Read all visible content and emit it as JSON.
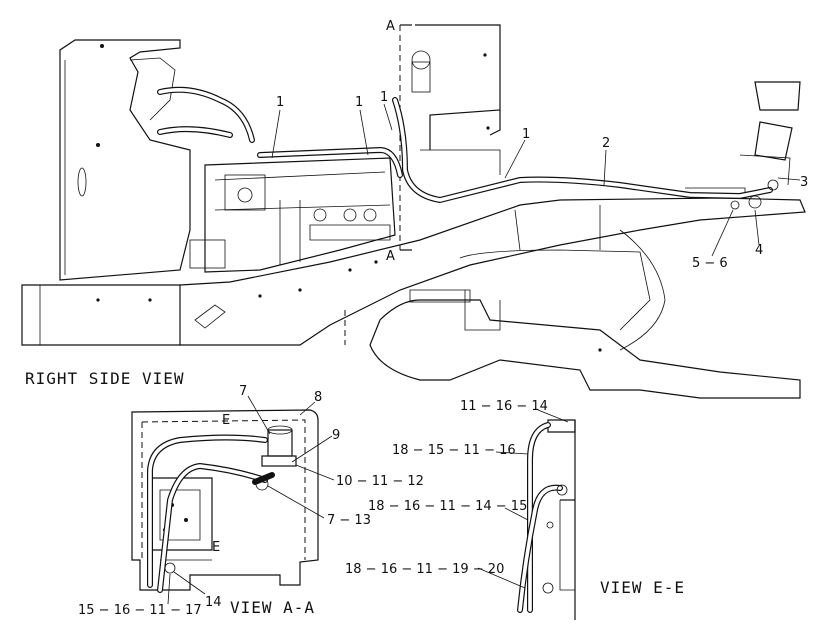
{
  "colors": {
    "ink": "#111111",
    "paper": "#ffffff"
  },
  "views": {
    "right_side": {
      "title": "RIGHT SIDE VIEW"
    },
    "view_a": {
      "title": "VIEW A-A"
    },
    "view_e": {
      "title": "VIEW E-E"
    }
  },
  "section_marks": {
    "a_top": "A",
    "a_bottom": "A",
    "e_top": "E",
    "e_bottom": "E"
  },
  "callouts": {
    "c1a": "1",
    "c1b": "1",
    "c1c": "1",
    "c1d": "1",
    "c2": "2",
    "c3": "3",
    "c4": "4",
    "c56": "5 − 6",
    "c7": "7",
    "c8": "8",
    "c9": "9",
    "c10": "10 − 11 − 12",
    "c713": "7 − 13",
    "c14": "14",
    "c15": "15 − 16 − 11 − 17",
    "e1": "11 − 16 − 14",
    "e2": "18 − 15 − 11 − 16",
    "e3": "18 − 16 − 11 − 14 − 15",
    "e4": "18 − 16 − 11 − 19 − 20"
  }
}
